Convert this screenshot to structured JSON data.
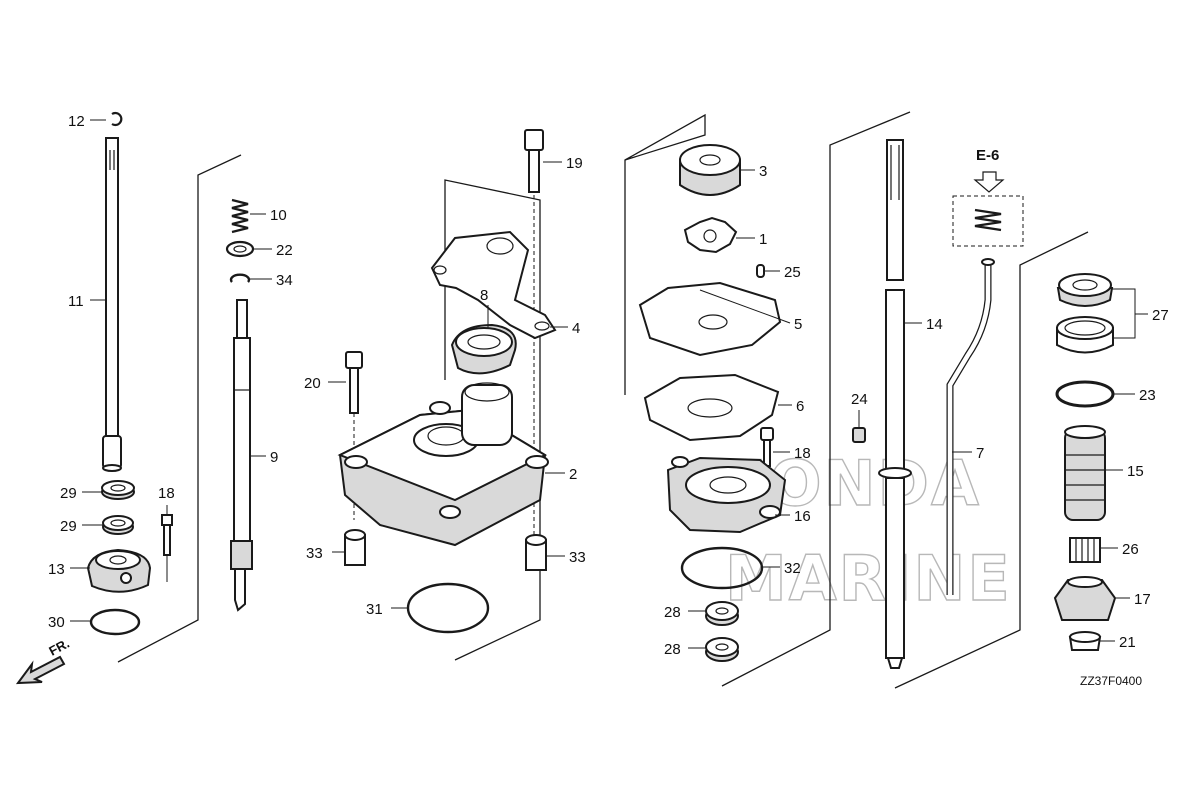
{
  "diagram": {
    "diagram_code": "ZZ37F0400",
    "ref_label": "E-6",
    "direction_label": "FR.",
    "watermark": {
      "line1": "HONDA",
      "line2": "MARINE"
    },
    "callouts": [
      "12",
      "11",
      "29",
      "29",
      "18",
      "13",
      "30",
      "10",
      "22",
      "34",
      "9",
      "19",
      "8",
      "4",
      "20",
      "2",
      "33",
      "33",
      "31",
      "3",
      "1",
      "25",
      "5",
      "6",
      "18",
      "16",
      "32",
      "28",
      "28",
      "24",
      "14",
      "7",
      "27",
      "23",
      "15",
      "26",
      "17",
      "21"
    ]
  }
}
